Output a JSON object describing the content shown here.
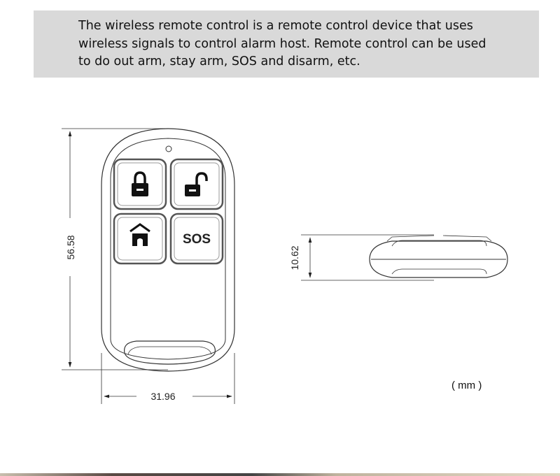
{
  "description": {
    "lines": [
      "The wireless remote control is a remote control device that uses",
      "wireless signals to control alarm host. Remote control can be used",
      "to do out arm, stay arm, SOS and disarm, etc."
    ]
  },
  "front_view": {
    "height_label": "56.58",
    "width_label": "31.96",
    "buttons": [
      {
        "name": "arm",
        "icon": "lock-closed-icon"
      },
      {
        "name": "disarm",
        "icon": "lock-open-icon"
      },
      {
        "name": "stay-arm",
        "icon": "home-icon"
      },
      {
        "name": "sos",
        "label": "SOS"
      }
    ]
  },
  "side_view": {
    "thickness_label": "10.62"
  },
  "unit_label": "( mm )"
}
